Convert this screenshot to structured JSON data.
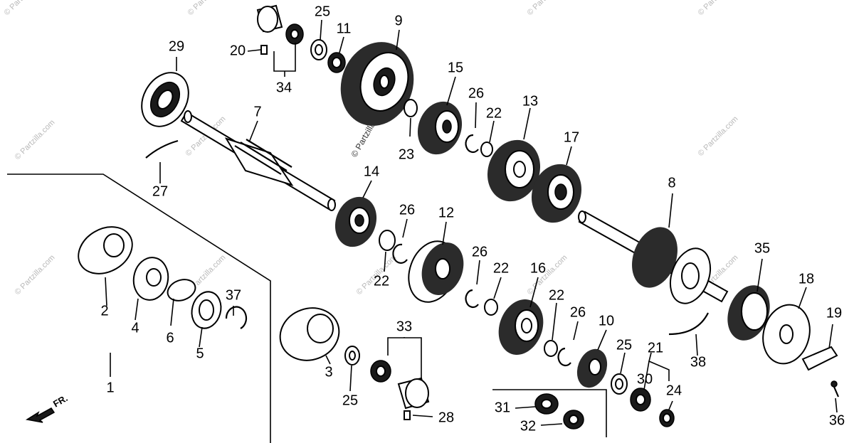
{
  "watermark": "© Partzilla.com",
  "direction_label": "FR.",
  "callouts": [
    "1",
    "2",
    "3",
    "4",
    "5",
    "6",
    "7",
    "8",
    "9",
    "10",
    "11",
    "12",
    "13",
    "14",
    "15",
    "16",
    "17",
    "18",
    "19",
    "20",
    "21",
    "22",
    "22",
    "22",
    "22",
    "23",
    "24",
    "25",
    "25",
    "25",
    "26",
    "26",
    "26",
    "26",
    "27",
    "28",
    "29",
    "30",
    "31",
    "32",
    "33",
    "34",
    "35",
    "36",
    "37",
    "38"
  ]
}
